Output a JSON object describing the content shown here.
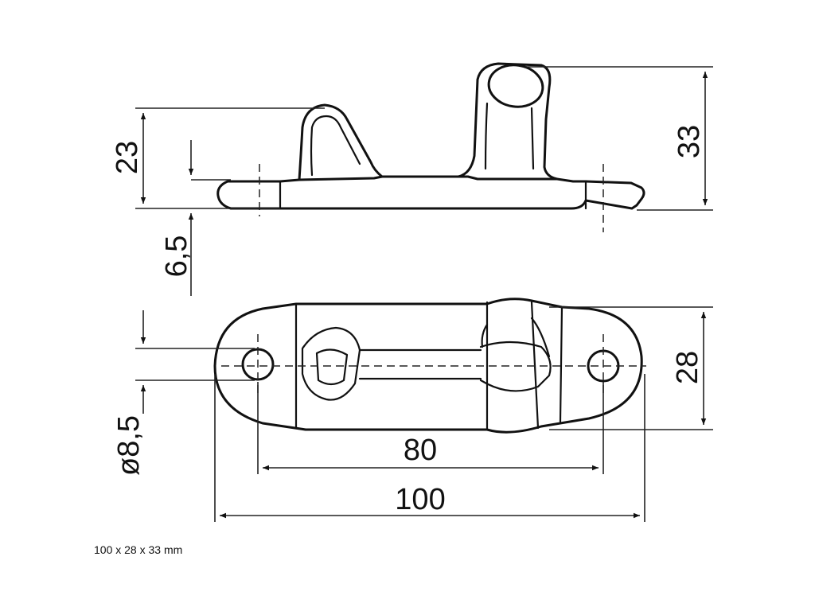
{
  "dimensions": {
    "height_total": "33",
    "height_rear": "23",
    "base_thickness": "6,5",
    "hole_diameter": "ø8,5",
    "width": "28",
    "hole_spacing": "80",
    "length": "100"
  },
  "caption": "100 x 28 x 33 mm"
}
